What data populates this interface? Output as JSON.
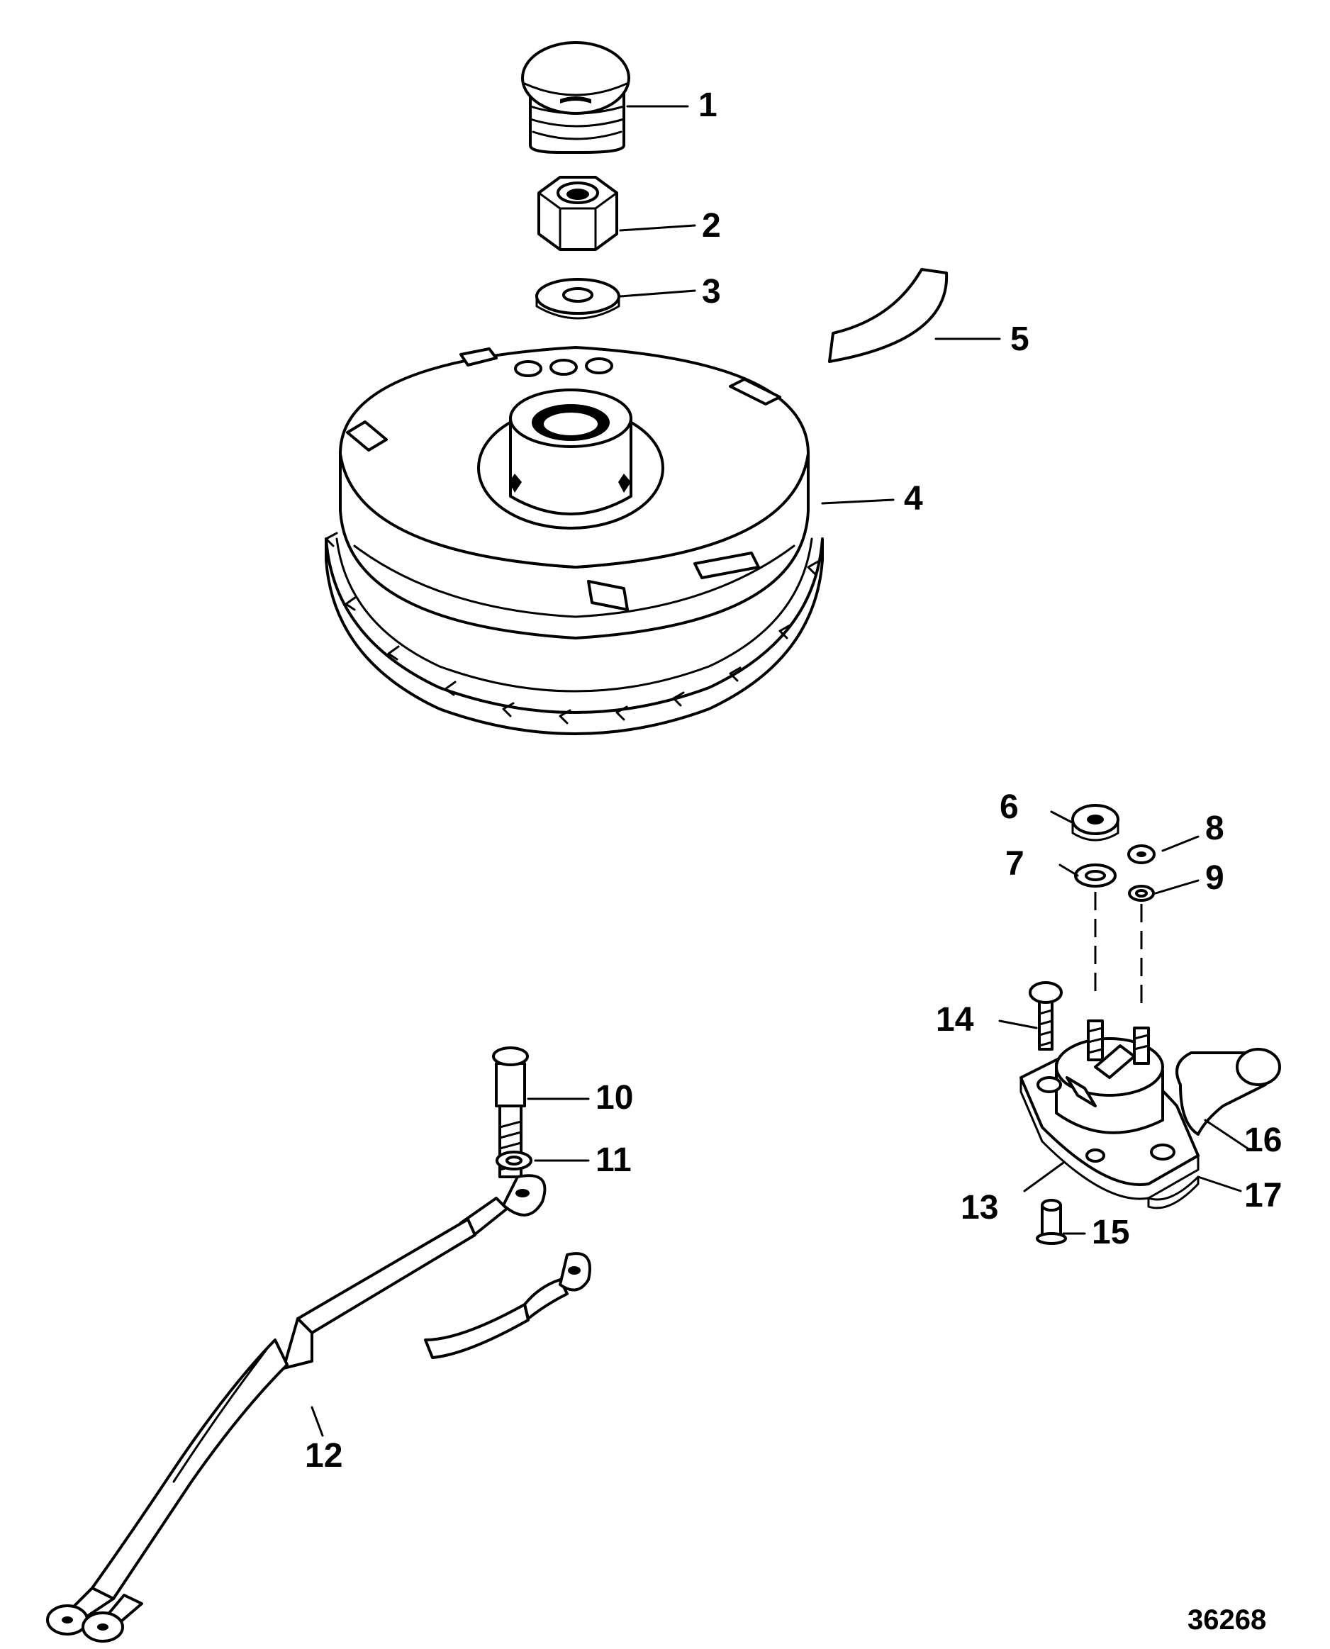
{
  "callouts": [
    {
      "id": "1",
      "label": "1"
    },
    {
      "id": "2",
      "label": "2"
    },
    {
      "id": "3",
      "label": "3"
    },
    {
      "id": "4",
      "label": "4"
    },
    {
      "id": "5",
      "label": "5"
    },
    {
      "id": "6",
      "label": "6"
    },
    {
      "id": "7",
      "label": "7"
    },
    {
      "id": "8",
      "label": "8"
    },
    {
      "id": "9",
      "label": "9"
    },
    {
      "id": "10",
      "label": "10"
    },
    {
      "id": "11",
      "label": "11"
    },
    {
      "id": "12",
      "label": "12"
    },
    {
      "id": "13",
      "label": "13"
    },
    {
      "id": "14",
      "label": "14"
    },
    {
      "id": "15",
      "label": "15"
    },
    {
      "id": "16",
      "label": "16"
    },
    {
      "id": "17",
      "label": "17"
    }
  ],
  "figure_number": "36268"
}
